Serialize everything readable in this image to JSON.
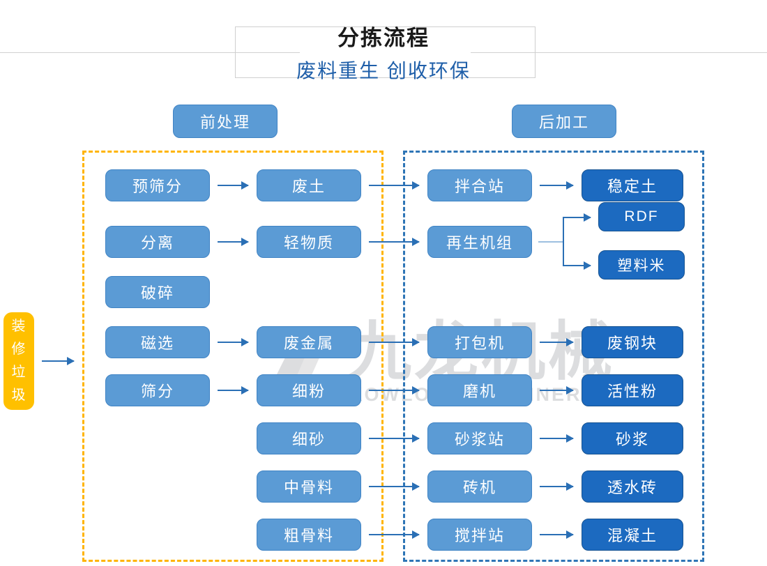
{
  "header": {
    "title": "分拣流程",
    "subtitle": "废料重生 创收环保"
  },
  "watermark": {
    "cn": "九龙机械",
    "en": "KOWLOONMACHINERY"
  },
  "stages": [
    {
      "id": "pre",
      "label": "前处理"
    },
    {
      "id": "post",
      "label": "后加工"
    }
  ],
  "input": {
    "label": "装修垃圾",
    "color": "#ffc000"
  },
  "colors": {
    "node_light": "#5b9bd5",
    "node_dark": "#1c6ac0",
    "arrow": "#2a6fb5",
    "group_pre_border": "#ffb400",
    "group_post_border": "#2e75b6",
    "title_sub": "#1f5fa9"
  },
  "chart_data": {
    "type": "diagram",
    "title": "分拣流程",
    "subtitle": "废料重生 创收环保",
    "input": "装修垃圾",
    "groups": [
      "前处理",
      "后加工"
    ],
    "rows": [
      {
        "process": "预筛分",
        "material": "废土",
        "machine": "拌合站",
        "products": [
          "稳定土"
        ]
      },
      {
        "process": "分离",
        "material": "轻物质",
        "machine": "再生机组",
        "products": [
          "RDF",
          "塑料米"
        ]
      },
      {
        "process": "破碎",
        "material": "",
        "machine": "",
        "products": []
      },
      {
        "process": "磁选",
        "material": "废金属",
        "machine": "打包机",
        "products": [
          "废钢块"
        ]
      },
      {
        "process": "筛分",
        "material": "细粉",
        "machine": "磨机",
        "products": [
          "活性粉"
        ]
      },
      {
        "process": "",
        "material": "细砂",
        "machine": "砂浆站",
        "products": [
          "砂浆"
        ]
      },
      {
        "process": "",
        "material": "中骨料",
        "machine": "砖机",
        "products": [
          "透水砖"
        ]
      },
      {
        "process": "",
        "material": "粗骨料",
        "machine": "搅拌站",
        "products": [
          "混凝土"
        ]
      }
    ]
  },
  "nodes": {
    "r1_process": "预筛分",
    "r1_material": "废土",
    "r1_machine": "拌合站",
    "r1_product": "稳定土",
    "r2_process": "分离",
    "r2_material": "轻物质",
    "r2_machine": "再生机组",
    "r2_product_a": "RDF",
    "r2_product_b": "塑料米",
    "r3_process": "破碎",
    "r4_process": "磁选",
    "r4_material": "废金属",
    "r4_machine": "打包机",
    "r4_product": "废钢块",
    "r5_process": "筛分",
    "r5_material": "细粉",
    "r5_machine": "磨机",
    "r5_product": "活性粉",
    "r6_material": "细砂",
    "r6_machine": "砂浆站",
    "r6_product": "砂浆",
    "r7_material": "中骨料",
    "r7_machine": "砖机",
    "r7_product": "透水砖",
    "r8_material": "粗骨料",
    "r8_machine": "搅拌站",
    "r8_product": "混凝土"
  }
}
